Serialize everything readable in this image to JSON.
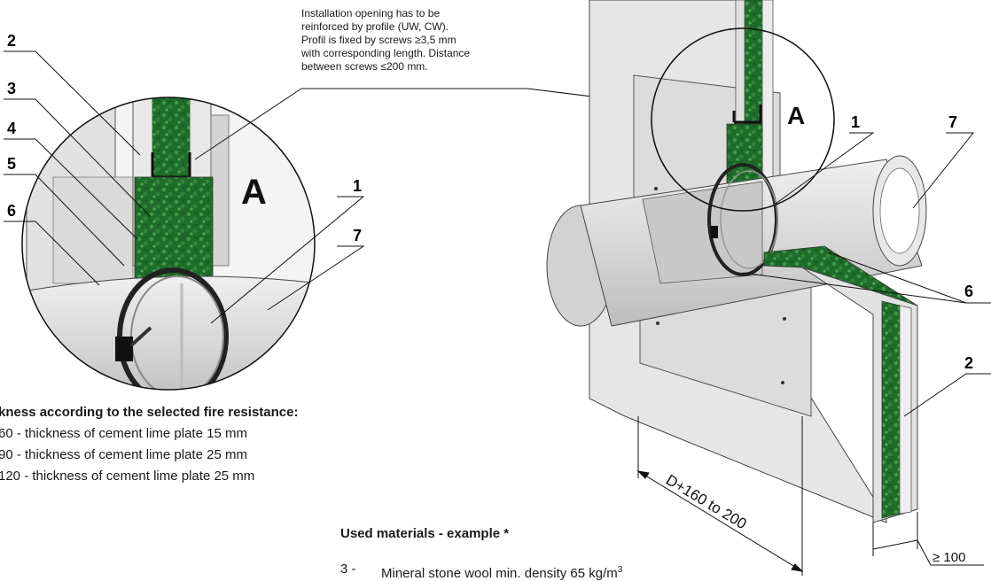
{
  "callout": {
    "lines": [
      "Installation opening has to be",
      "reinforced by profile (UW, CW).",
      "Profil is fixed by screws ≥3,5 mm",
      "with corresponding length. Distance",
      "between screws ≤200 mm."
    ]
  },
  "detail_label": "A",
  "main_label": "A",
  "markers": {
    "left_2": "2",
    "left_3": "3",
    "left_4": "4",
    "left_5": "5",
    "left_6": "6",
    "detail_1": "1",
    "detail_7": "7",
    "main_1": "1",
    "main_7": "7",
    "main_6": "6",
    "main_2": "2"
  },
  "dimensions": {
    "width": "D+160 to 200",
    "depth": "≥ 100"
  },
  "thickness": {
    "title": "kness according to the selected fire resistance:",
    "lines": [
      "60 - thickness of cement lime plate 15 mm",
      "90 - thickness of cement lime plate 25 mm",
      "120 - thickness of cement lime plate 25 mm"
    ]
  },
  "materials": {
    "title": "Used materials - example *",
    "item_number": "3 -",
    "item_text": "Mineral stone wool min. density 65 kg/m",
    "item_sup": "3"
  },
  "colors": {
    "wool": "#1f6b2a",
    "wool_light": "#3f9a45",
    "board": "#e4e4e4",
    "board_dark": "#c9c9c9",
    "duct": "#d6d6d6",
    "line": "#1a1a1a"
  }
}
